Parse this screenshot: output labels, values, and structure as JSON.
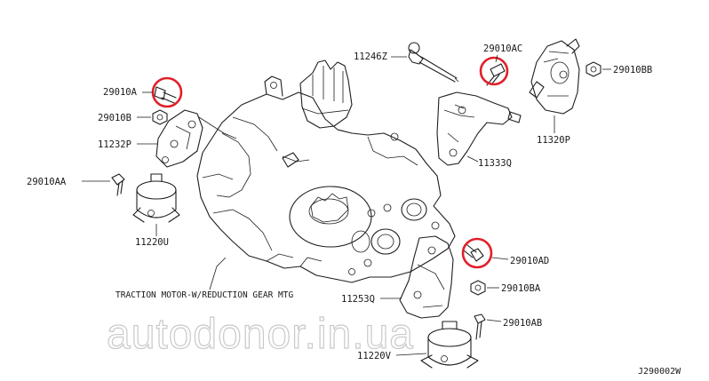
{
  "colors": {
    "ink": "#1e1e1e",
    "highlight": "#e0202a",
    "watermark": "#c9c9c9",
    "background": "#ffffff"
  },
  "labels": {
    "p11246z": "11246Z",
    "p29010ac": "29010AC",
    "p29010bb": "29010BB",
    "p29010a": "29010A",
    "p29010b": "29010B",
    "p11232p": "11232P",
    "p11320p": "11320P",
    "p11333q": "11333Q",
    "p29010aa": "29010AA",
    "p11220u": "11220U",
    "p29010ad": "29010AD",
    "p29010ba": "29010BA",
    "p11253q": "11253Q",
    "p29010ab": "29010AB",
    "p11220v": "11220V"
  },
  "caption": "TRACTION MOTOR-W/REDUCTION GEAR MTG",
  "watermark": "autodonor.in.ua",
  "figure_ref": "J290002W",
  "icons": [
    "bolt-icon",
    "nut-icon",
    "mount-bracket-icon",
    "highlight-circle-icon"
  ]
}
